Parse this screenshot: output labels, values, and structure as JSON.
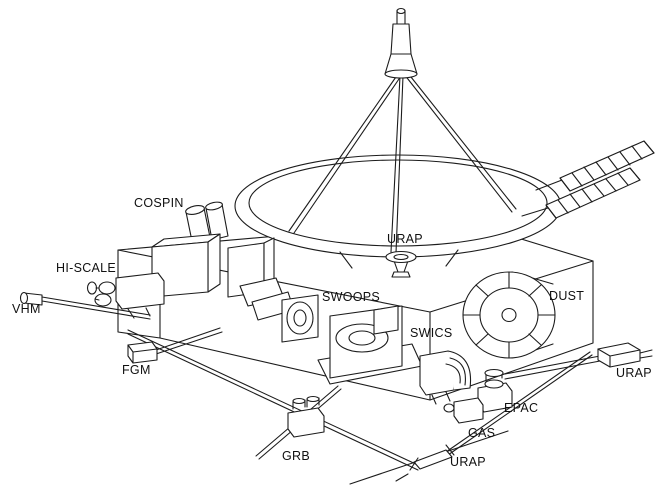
{
  "labels": {
    "cospin": "COSPIN",
    "hiscale": "HI-SCALE",
    "vhm": "VHM",
    "fgm": "FGM",
    "grb": "GRB",
    "swoops": "SWOOPS",
    "swics": "SWICS",
    "urap_center": "URAP",
    "dust": "DUST",
    "urap_right": "URAP",
    "epac": "EPAC",
    "gas": "GAS",
    "urap_bottom": "URAP"
  },
  "colors": {
    "line": "#1c1c1c",
    "background": "#ffffff",
    "text": "#111111"
  }
}
